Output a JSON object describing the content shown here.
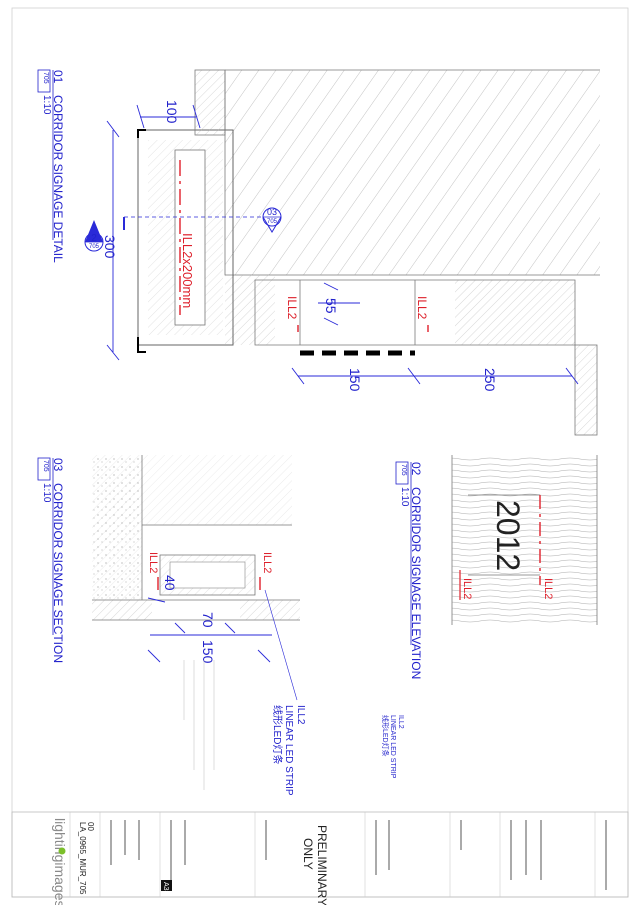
{
  "detail_01": {
    "number": "01",
    "title": "CORRIDOR SIGNAGE DETAIL",
    "sheet_ref": "705",
    "scale": "1:10",
    "dim_top": "100",
    "dim_side": "300",
    "dim_gap": "55",
    "dim_bottom_a": "150",
    "dim_bottom_b": "250",
    "fixture_label": "ILL2x200mm",
    "ill_label_a": "ILL2",
    "ill_label_b": "ILL2",
    "callout_section_num": "2",
    "callout_section_sheet": "705",
    "callout_ref_num": "03",
    "callout_ref_sheet": "705"
  },
  "detail_02": {
    "number": "02",
    "title": "CORRIDOR SIGNAGE ELEVATION",
    "sheet_ref": "705",
    "scale": "1:10",
    "sign_number": "2012",
    "ill_label_a": "ILL2",
    "ill_label_b": "ILL2",
    "note_line1": "ILL2",
    "note_line2": "LINEAR LED STRIP",
    "note_line3": "线形LED灯条"
  },
  "detail_03": {
    "number": "03",
    "title": "CORRIDOR SIGNAGE SECTION",
    "sheet_ref": "705",
    "scale": "1:10",
    "dim_a": "40",
    "dim_b": "70",
    "dim_c": "150",
    "ill_label_a": "ILL2",
    "ill_label_b": "ILL2",
    "callout_line1": "ILL2",
    "callout_line2": "LINEAR LED STRIP",
    "callout_line3": "线形LED灯条"
  },
  "title_block": {
    "stamp_line1": "PRELIMINARY",
    "stamp_line2": "ONLY",
    "drawing_no": "LA_0965_MUR_705",
    "revision": "00",
    "sheet_size": "A3",
    "company": "lightingimages"
  },
  "colors": {
    "dimension": "#2a2ad8",
    "fixture": "#e0202a",
    "linework": "#7a7a7a"
  }
}
